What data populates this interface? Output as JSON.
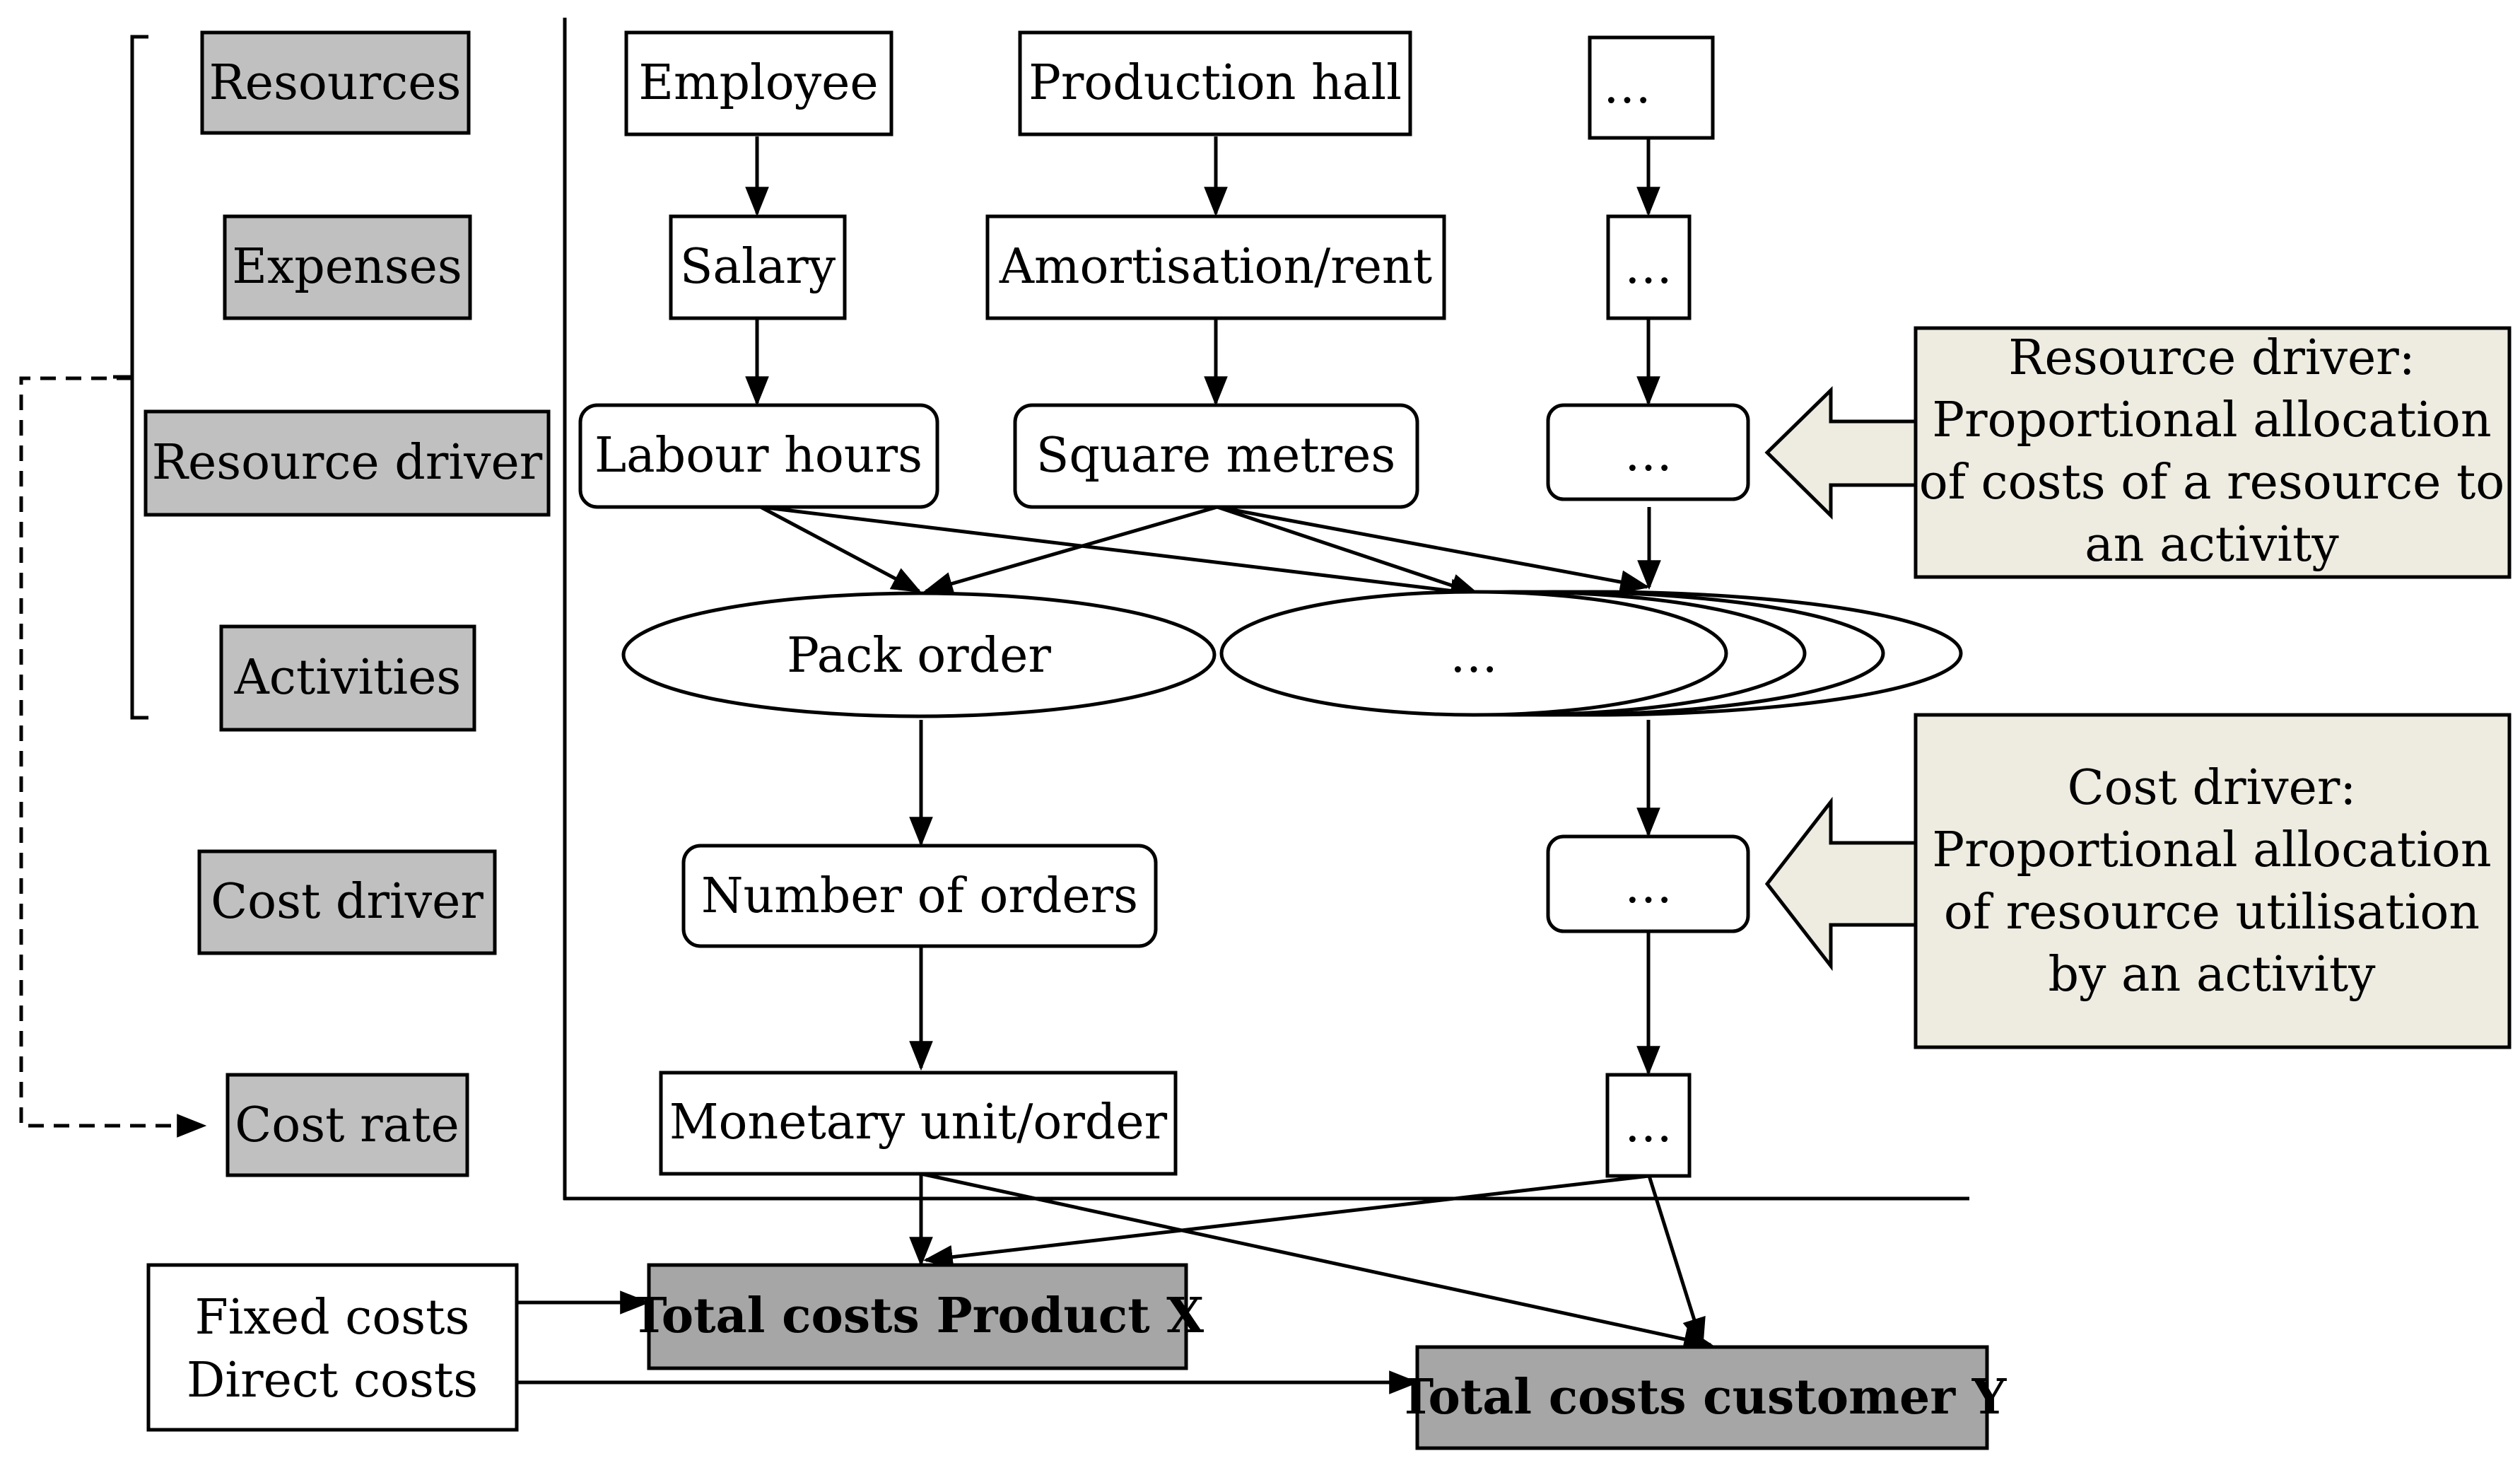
{
  "levels": {
    "resources": "Resources",
    "expenses": "Expenses",
    "resource_driver": "Resource driver",
    "activities": "Activities",
    "cost_driver": "Cost driver",
    "cost_rate": "Cost rate"
  },
  "flow": {
    "employee": "Employee",
    "production_hall": "Production hall",
    "more_resources": "…",
    "salary": "Salary",
    "amortisation": "Amortisation/rent",
    "more_expenses": "…",
    "labour_hours": "Labour hours",
    "square_metres": "Square metres",
    "more_resource_drivers": "…",
    "pack_order": "Pack order",
    "more_activities": "…",
    "number_of_orders": "Number of orders",
    "more_cost_drivers": "…",
    "monetary_unit": "Monetary unit/order",
    "more_cost_rates": "…"
  },
  "callouts": {
    "resource_driver": [
      "Resource driver:",
      "Proportional allocation",
      "of costs of a resource to",
      "an activity"
    ],
    "cost_driver": [
      "Cost driver:",
      "Proportional allocation",
      "of resource utilisation",
      "by an activity"
    ]
  },
  "bottom": {
    "fixed_costs": "Fixed costs",
    "direct_costs": "Direct costs",
    "total_product": "Total costs Product X",
    "total_customer": "Total costs customer Y"
  },
  "colors": {
    "level_fill": "#c0c0c0",
    "total_fill": "#a6a6a6",
    "callout_fill": "#eeece1",
    "stroke": "#000000"
  }
}
